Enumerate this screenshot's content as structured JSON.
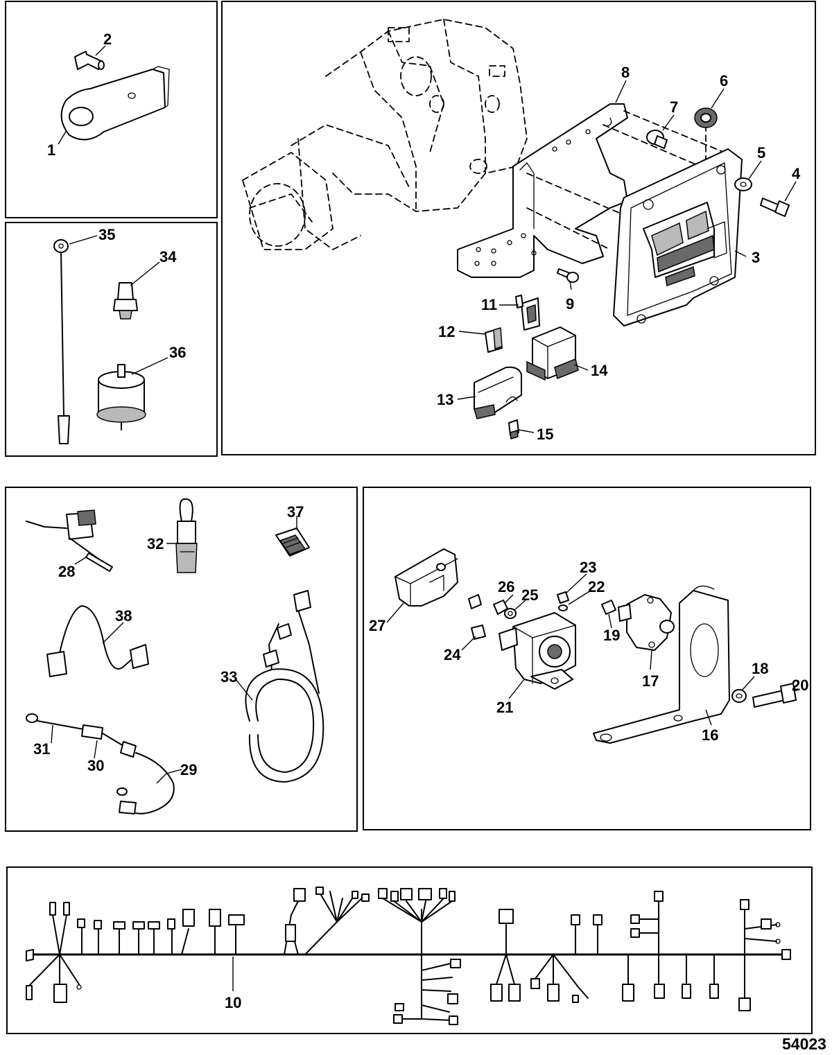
{
  "figure_number": "54023",
  "callouts": {
    "c1": "1",
    "c2": "2",
    "c3": "3",
    "c4": "4",
    "c5": "5",
    "c6": "6",
    "c7": "7",
    "c8": "8",
    "c9": "9",
    "c10": "10",
    "c11": "11",
    "c12": "12",
    "c13": "13",
    "c14": "14",
    "c15": "15",
    "c16": "16",
    "c17": "17",
    "c18": "18",
    "c19": "19",
    "c20": "20",
    "c21": "21",
    "c22": "22",
    "c23": "23",
    "c24": "24",
    "c25": "25",
    "c26": "26",
    "c27": "27",
    "c28": "28",
    "c29": "29",
    "c30": "30",
    "c31": "31",
    "c32": "32",
    "c33": "33",
    "c34": "34",
    "c35": "35",
    "c36": "36",
    "c37": "37",
    "c38": "38"
  }
}
